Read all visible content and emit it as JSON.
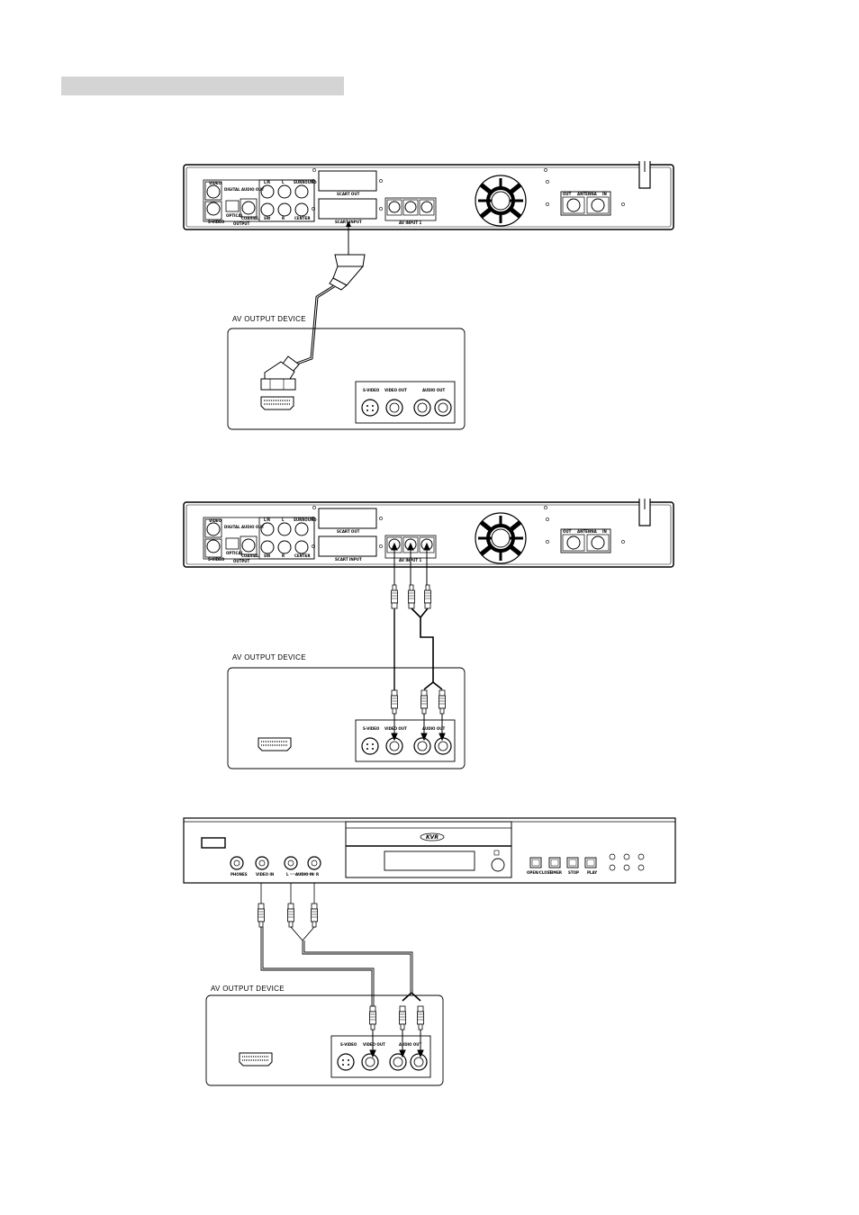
{
  "diagrams": [
    {
      "id": "scart",
      "panel": {
        "video": "VIDEO",
        "s_video": "S-VIDEO",
        "digital_audio_out": "DIGITAL AUDIO OUT",
        "optical": "OPTICAL",
        "coaxial": "COAXIAL",
        "output": "OUTPUT",
        "lr": "L/R",
        "l": "L",
        "r": "R",
        "sw": "SW",
        "surround": "SURROUND",
        "center": "CENTER",
        "scart_out": "SCART OUT",
        "scart_input": "SCART INPUT",
        "av_input1": "AV INPUT 1",
        "antenna": "ANTENNA",
        "ant_out": "OUT",
        "ant_in": "IN"
      },
      "device": {
        "title": "AV OUTPUT DEVICE",
        "s_video": "S-VIDEO",
        "video_out": "VIDEO OUT",
        "audio_out": "AUDIO OUT"
      }
    },
    {
      "id": "rear-av",
      "panel": {
        "video": "VIDEO",
        "s_video": "S-VIDEO",
        "digital_audio_out": "DIGITAL AUDIO OUT",
        "optical": "OPTICAL",
        "coaxial": "COAXIAL",
        "output": "OUTPUT",
        "lr": "L/R",
        "l": "L",
        "r": "R",
        "sw": "SW",
        "surround": "SURROUND",
        "center": "CENTER",
        "scart_out": "SCART OUT",
        "scart_input": "SCART INPUT",
        "av_input1": "AV INPUT 1",
        "antenna": "ANTENNA",
        "ant_out": "OUT",
        "ant_in": "IN"
      },
      "device": {
        "title": "AV OUTPUT DEVICE",
        "s_video": "S-VIDEO",
        "video_out": "VIDEO OUT",
        "audio_out": "AUDIO OUT"
      }
    },
    {
      "id": "front-av",
      "front": {
        "logo": "KVR",
        "phones": "PHONES",
        "video_in": "VIDEO IN",
        "audio_l": "L",
        "audio_r": "R",
        "audio_in": "AUDIO IN",
        "open_close": "OPEN/CLOSE",
        "timer": "TIMER",
        "stop": "STOP",
        "play": "PLAY"
      },
      "device": {
        "title": "AV OUTPUT DEVICE",
        "s_video": "S-VIDEO",
        "video_out": "VIDEO OUT",
        "audio_out": "AUDIO OUT"
      }
    }
  ]
}
